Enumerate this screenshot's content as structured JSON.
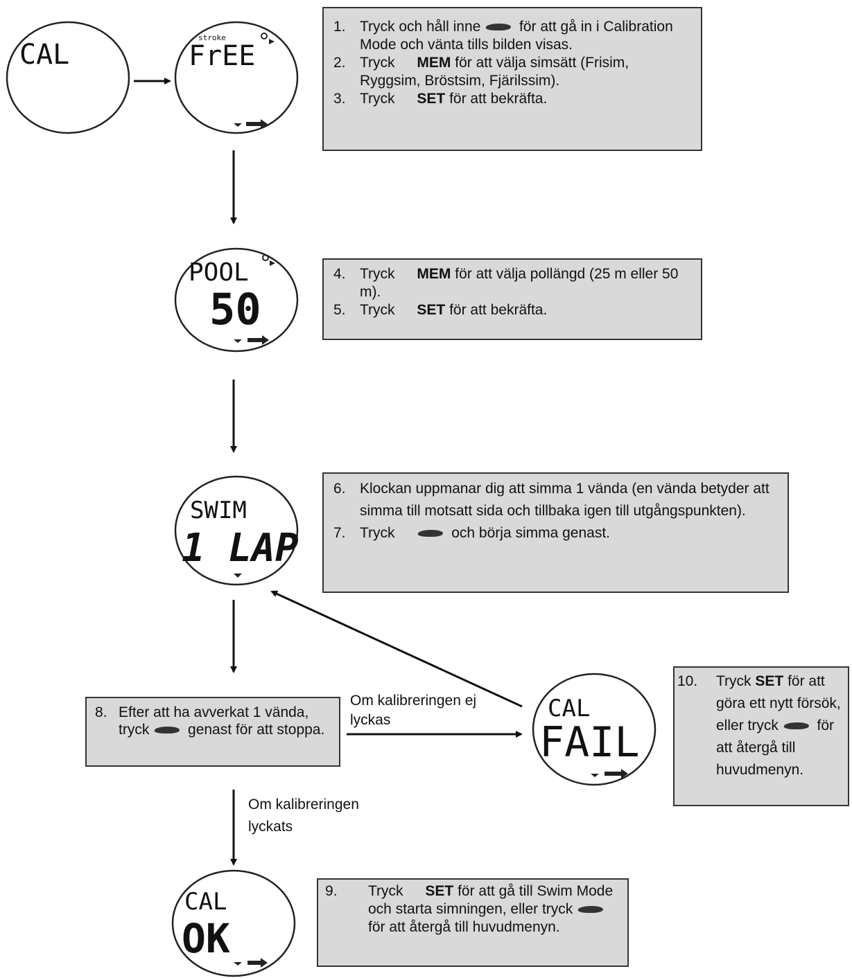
{
  "steps": {
    "s1": {
      "num": "1.",
      "a": "Tryck och håll inne",
      "b": "för att gå in i Calibration Mode och vänta tills bilden visas."
    },
    "s2": {
      "num": "2.",
      "a": "Tryck",
      "key": "MEM",
      "b": "för att välja simsätt (Frisim, Ryggsim, Bröstsim, Fjärilssim)."
    },
    "s3": {
      "num": "3.",
      "a": "Tryck",
      "key": "SET",
      "b": "för att bekräfta."
    },
    "s4": {
      "num": "4.",
      "a": "Tryck",
      "key": "MEM",
      "b": "för att välja pollängd (25 m eller 50 m)."
    },
    "s5": {
      "num": "5.",
      "a": "Tryck",
      "key": "SET",
      "b": "för att bekräfta."
    },
    "s6": {
      "num": "6.",
      "a": "Klockan uppmanar dig att simma 1 vända (en vända betyder att simma till motsatt sida och tillbaka igen till utgångspunkten)."
    },
    "s7": {
      "num": "7.",
      "a": "Tryck",
      "b": "och börja simma genast."
    },
    "s8": {
      "num": "8.",
      "a": "Efter att ha avverkat 1 vända, tryck",
      "b": "genast för att stoppa."
    },
    "s9": {
      "num": "9.",
      "a": "Tryck",
      "key": "SET",
      "b": "för att gå till Swim Mode och starta simningen, eller tryck",
      "c": "för att återgå till huvudmenyn."
    },
    "s10": {
      "num": "10.",
      "a": "Tryck",
      "key": "SET",
      "b": "för att göra ett nytt försök, eller tryck",
      "c": "för att återgå till huvudmenyn."
    }
  },
  "labels": {
    "fail": "Om kalibreringen ej lyckas",
    "success": "Om kalibreringen lyckats"
  },
  "displays": {
    "cal": {
      "top": "CAL"
    },
    "free": {
      "small": "stroke",
      "big": "FrEE"
    },
    "pool": {
      "top": "POOL",
      "big": "50"
    },
    "swim": {
      "top": "SWIM",
      "big": "1 LAP"
    },
    "fail": {
      "top": "CAL",
      "big": "FAIL"
    },
    "ok": {
      "top": "CAL",
      "big": "OK"
    }
  }
}
